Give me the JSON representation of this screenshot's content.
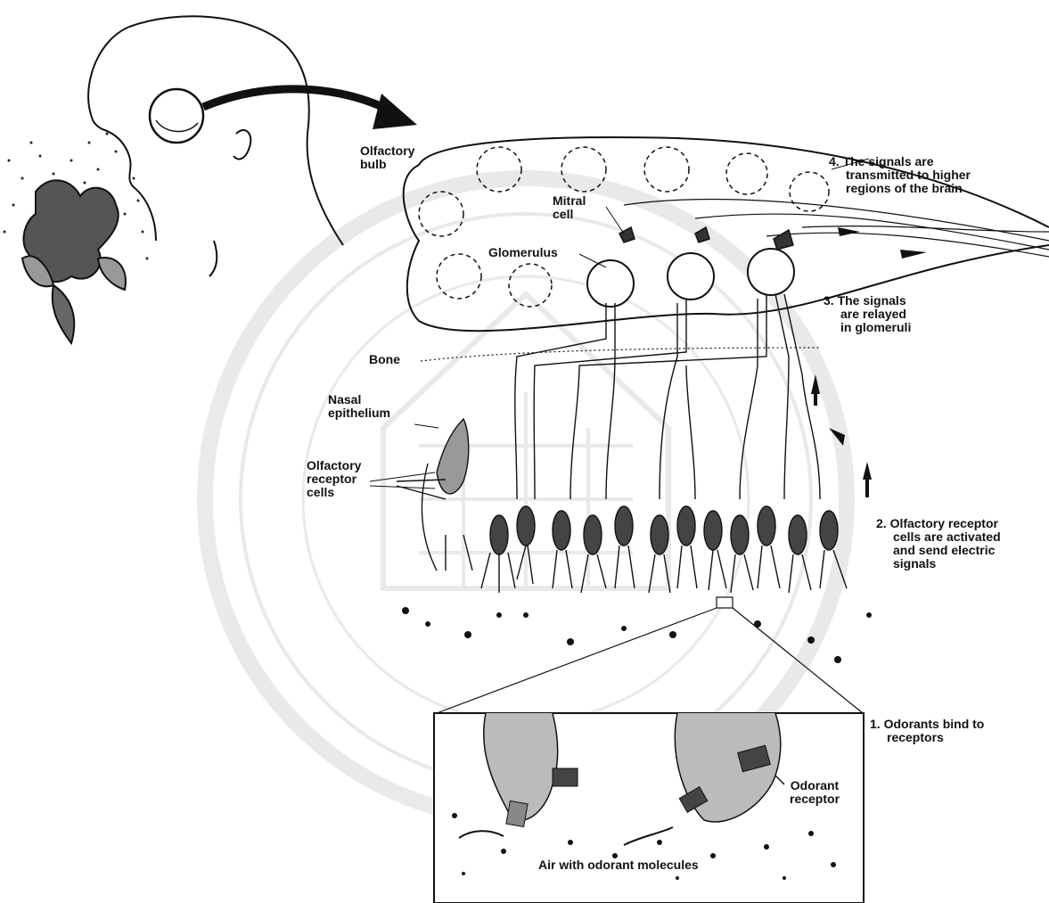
{
  "labels": {
    "olfactory_bulb": [
      "Olfactory",
      "bulb"
    ],
    "mitral_cell": [
      "Mitral",
      "cell"
    ],
    "glomerulus": "Glomerulus",
    "bone": "Bone",
    "nasal_epithelium": [
      "Nasal",
      "epithelium"
    ],
    "olfactory_receptor_cells": [
      "Olfactory",
      "receptor",
      "cells"
    ],
    "odorant_receptor": [
      "Odorant",
      "receptor"
    ],
    "air_with_odorant_molecules": "Air with odorant molecules"
  },
  "steps": [
    {
      "number": "1.",
      "lines": [
        "Odorants bind to",
        "receptors"
      ]
    },
    {
      "number": "2.",
      "lines": [
        "Olfactory receptor",
        "cells are activated",
        "and send electric",
        "signals"
      ]
    },
    {
      "number": "3.",
      "lines": [
        "The signals",
        "are relayed",
        "in glomeruli"
      ]
    },
    {
      "number": "4.",
      "lines": [
        "The signals are",
        "transmitted to higher",
        "regions of the brain"
      ]
    }
  ],
  "colors": {
    "ink": "#111111",
    "background": "#ffffff",
    "watermark": "#e2e2e2"
  }
}
